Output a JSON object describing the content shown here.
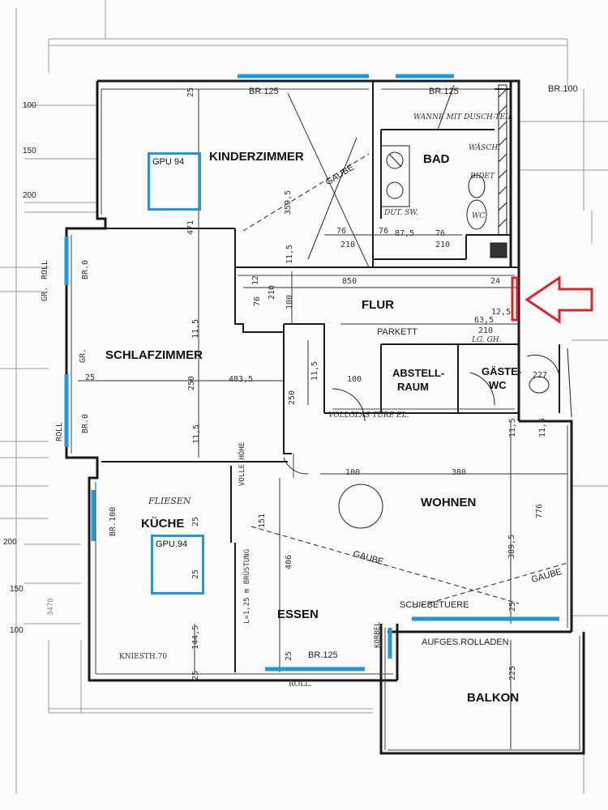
{
  "rooms": {
    "kinderzimmer": "KINDERZIMMER",
    "bad": "BAD",
    "flur": "FLUR",
    "schlafzimmer": "SCHLAFZIMMER",
    "abstellraum_1": "ABSTELL-",
    "abstellraum_2": "RAUM",
    "gaeste_wc_1": "GÄSTE-",
    "gaeste_wc_2": "WC",
    "kueche": "KÜCHE",
    "wohnen": "WOHNEN",
    "essen": "ESSEN",
    "balkon": "BALKON"
  },
  "labels": {
    "gpu_1": "GPU 94",
    "gpu_2": "GPU.94",
    "parkett": "PARKETT",
    "schiebetuere": "SCHIEBETUERE",
    "aufges_rolladen": "AUFGES.ROLLADEN",
    "gaube_1": "GAUBE",
    "gaube_2": "GAUBE",
    "gaube_3": "GAUBE",
    "fliesen": "FLIESEN",
    "roll_1": "ROLL",
    "roll_2": "ROLL",
    "roll_3": "ROLL.",
    "gr_1": "GR.",
    "gr_2": "GR.",
    "korbel": "KORBEL",
    "bidet": "BIDET",
    "wc": "WC",
    "wanne": "WANNE MIT DUSCH-TEIL",
    "dusch": "DUT. SW.",
    "waesch": "WÄSCH.",
    "lg_gh": "LG. GH.",
    "volle_tuer": "VOLLGLAS TÜRE EL.",
    "volle_hoehe": "VOLLE HÖHE",
    "bruestung": "L=1,25 m BRÜSTUNG",
    "knie": "KNIESTH.70"
  },
  "windows": {
    "br125_top_left": "BR.125",
    "br125_top_right": "BR.125",
    "br100_top": "BR.100",
    "br0_upper": "BR.0",
    "br0_lower": "BR.0",
    "br100_kueche": "BR.100",
    "br125_bottom": "BR.125"
  },
  "dimensions": {
    "d25_top": "25",
    "d359": "359,5",
    "d471": "471",
    "d76a": "76",
    "d210a": "210",
    "d76b": "76",
    "d87": "87,5",
    "d76c": "76",
    "d210b": "210",
    "d115a": "11,5",
    "d850": "850",
    "d24": "24",
    "d12": "12",
    "d76d": "76",
    "d210c": "210",
    "d100a": "100",
    "d635": "63,5",
    "d210d": "210",
    "d125": "12,5",
    "d115b": "11,5",
    "d25_left": "25",
    "d250a": "250",
    "d483": "483,5",
    "d115c": "11,5",
    "d100b": "100",
    "d250b": "250",
    "d115d": "11,5",
    "d115e": "11,5",
    "d115f": "11,5",
    "d100c": "100",
    "d380": "380",
    "d776": "776",
    "d3895": "389,5",
    "d406": "406",
    "d151": "151",
    "d144": "144,5",
    "d25_bottom": "25",
    "d225": "225",
    "d25_balk": "25",
    "d25_ess": "25",
    "d25_k1": "25",
    "d25_k2": "25",
    "d227": "227"
  },
  "margin": {
    "m100_top": "100",
    "m150_top": "150",
    "m200_top": "200",
    "m200_bottom": "200",
    "m150_bottom": "150",
    "m100_bottom": "100",
    "m3470": "3470"
  },
  "colors": {
    "window": "#1e9ad6",
    "arrow": "#d9262b",
    "wall": "#1a1a1a"
  }
}
